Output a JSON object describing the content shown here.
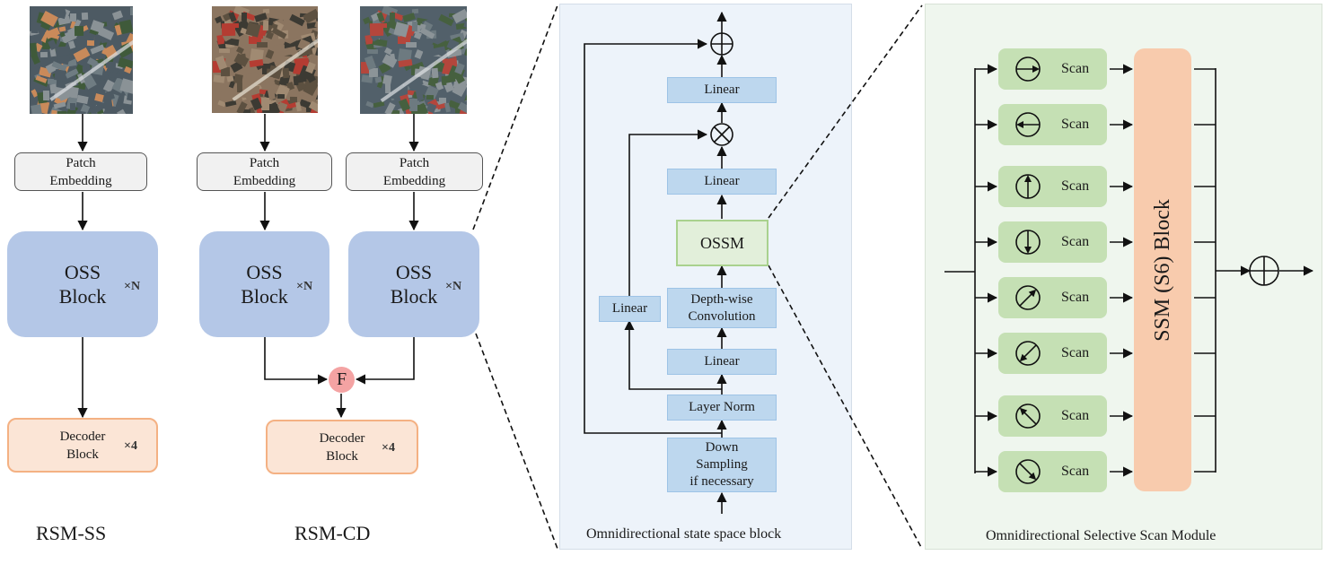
{
  "images": {
    "rsm_ss_input": {
      "label": "aerial-image-suburban",
      "tones": [
        "#4d5a63",
        "#6f7c82",
        "#8a9296",
        "#3f5a3a",
        "#c98a5a",
        "#dfe3e6"
      ]
    },
    "rsm_cd_t1": {
      "label": "aerial-image-construction-site",
      "tones": [
        "#8b7560",
        "#a08a72",
        "#5c5040",
        "#3c3a33",
        "#b43c32",
        "#e8e2d6"
      ]
    },
    "rsm_cd_t2": {
      "label": "aerial-image-developed",
      "tones": [
        "#52606a",
        "#6d7a80",
        "#8c9498",
        "#46603f",
        "#b4463c",
        "#dfe3e6"
      ]
    }
  },
  "rsm_ss": {
    "patch_embedding": "Patch\nEmbedding",
    "oss_block": "OSS\nBlock",
    "oss_repeat": "×N",
    "decoder_block": "Decoder\nBlock",
    "decoder_repeat": "×4",
    "caption": "RSM-SS"
  },
  "rsm_cd": {
    "patch_embedding_1": "Patch\nEmbedding",
    "patch_embedding_2": "Patch\nEmbedding",
    "oss_block_1": "OSS\nBlock",
    "oss_block_2": "OSS\nBlock",
    "oss_repeat": "×N",
    "fusion": "F",
    "decoder_block": "Decoder\nBlock",
    "decoder_repeat": "×4",
    "caption": "RSM-CD"
  },
  "oss_block_detail": {
    "caption": "Omnidirectional state space block",
    "linear_top": "Linear",
    "linear_mid": "Linear",
    "ossm": "OSSM",
    "depthwise_conv": "Depth-wise\nConvolution",
    "linear_low": "Linear",
    "linear_branch": "Linear",
    "layer_norm": "Layer Norm",
    "down_sampling": "Down\nSampling\nif necessary",
    "add_symbol": "⊕",
    "multiply_symbol": "⊗"
  },
  "ossm_detail": {
    "caption": "Omnidirectional Selective Scan Module",
    "ssm_block": "SSM (S6) Block",
    "scans": [
      {
        "label": "Scan",
        "direction": "right",
        "icon": "arrow-right-circle-icon"
      },
      {
        "label": "Scan",
        "direction": "left",
        "icon": "arrow-left-circle-icon"
      },
      {
        "label": "Scan",
        "direction": "up",
        "icon": "arrow-up-circle-icon"
      },
      {
        "label": "Scan",
        "direction": "down",
        "icon": "arrow-down-circle-icon"
      },
      {
        "label": "Scan",
        "direction": "up-right",
        "icon": "arrow-up-right-circle-icon"
      },
      {
        "label": "Scan",
        "direction": "down-left",
        "icon": "arrow-down-left-circle-icon"
      },
      {
        "label": "Scan",
        "direction": "up-left",
        "icon": "arrow-up-left-circle-icon"
      },
      {
        "label": "Scan",
        "direction": "down-right",
        "icon": "arrow-down-right-circle-icon"
      }
    ]
  },
  "colors": {
    "oss_blue": "#b4c7e7",
    "decoder_orange": "#fbe5d6",
    "linear_blue": "#bdd7ee",
    "ossm_green": "#e2efda",
    "scan_green": "#c5e0b4",
    "ssm_orange": "#f8cbad",
    "fusion_red": "#f4a3a3"
  }
}
